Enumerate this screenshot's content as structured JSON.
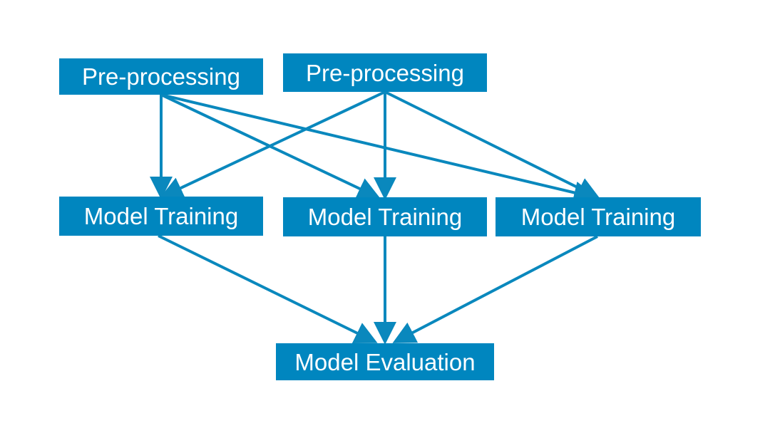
{
  "diagram": {
    "edge_color": "#0a88bd",
    "node_color": "#0086bf",
    "node_text_color": "#ffffff",
    "nodes": {
      "preprocessing_1": {
        "label": "Pre-processing"
      },
      "preprocessing_2": {
        "label": "Pre-processing"
      },
      "model_training_1": {
        "label": "Model Training"
      },
      "model_training_2": {
        "label": "Model Training"
      },
      "model_training_3": {
        "label": "Model Training"
      },
      "model_evaluation": {
        "label": "Model Evaluation"
      }
    },
    "edges": [
      {
        "from": "preprocessing_1",
        "to": "model_training_1"
      },
      {
        "from": "preprocessing_1",
        "to": "model_training_2"
      },
      {
        "from": "preprocessing_1",
        "to": "model_training_3"
      },
      {
        "from": "preprocessing_2",
        "to": "model_training_1"
      },
      {
        "from": "preprocessing_2",
        "to": "model_training_2"
      },
      {
        "from": "preprocessing_2",
        "to": "model_training_3"
      },
      {
        "from": "model_training_1",
        "to": "model_evaluation"
      },
      {
        "from": "model_training_2",
        "to": "model_evaluation"
      },
      {
        "from": "model_training_3",
        "to": "model_evaluation"
      }
    ]
  }
}
